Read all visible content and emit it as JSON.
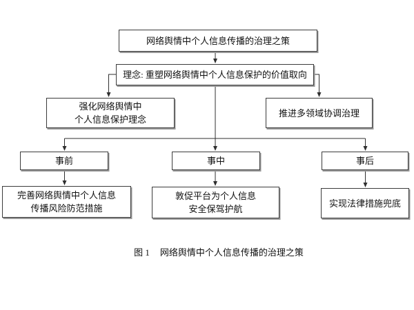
{
  "page": {
    "background_color": "#ffffff",
    "line_color": "#2f2f2f",
    "box_border_color": "#3a3a3a",
    "text_color": "#111111"
  },
  "diagram": {
    "nodes": {
      "root": "网络舆情中个人信息传播的治理之策",
      "concept": "理念: 重塑网络舆情中个人信息保护的价值取向",
      "strengthen": "强化网络舆情中\n个人信息保护理念",
      "promote": "推进多领域协调治理",
      "phase_before": "事前",
      "phase_during": "事中",
      "phase_after": "事后",
      "measure_before": "完善网络舆情中个人信息\n传播风险防范措施",
      "measure_during": "敦促平台为个人信息\n安全保驾护航",
      "measure_after": "实现法律措施兜底"
    },
    "caption": {
      "label": "图 1",
      "title": "网络舆情中个人信息传播的治理之策"
    }
  }
}
